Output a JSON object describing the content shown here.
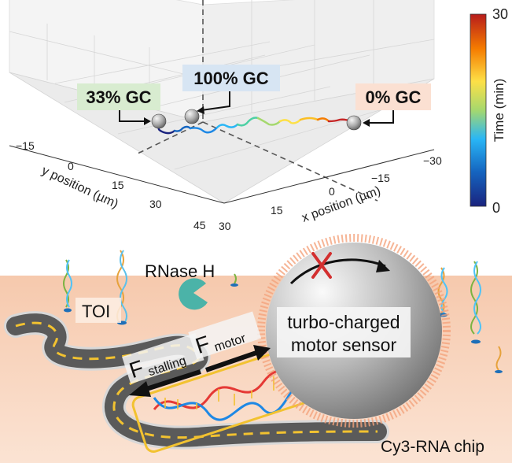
{
  "plot": {
    "labels": {
      "gc33": "33% GC",
      "gc100": "100% GC",
      "gc0": "0% GC"
    },
    "y_axis": {
      "title": "y position (µm)",
      "ticks": [
        "−15",
        "0",
        "15",
        "30",
        "45"
      ]
    },
    "x_axis": {
      "title": "x position (µm)",
      "ticks": [
        "30",
        "15",
        "0",
        "−15",
        "−30"
      ]
    },
    "colorbar": {
      "title": "Time (min)",
      "max": "30",
      "min": "0"
    },
    "colors": {
      "gc33_bg": "#d8ecd0",
      "gc100_bg": "#d7e5f3",
      "gc0_bg": "#fbe0d2"
    }
  },
  "scene": {
    "rnase_label": "RNase H",
    "toi_label": "TOI",
    "sensor_label_line1": "turbo-charged",
    "sensor_label_line2": "motor sensor",
    "f_stalling": "F",
    "f_stalling_sub": "stalling",
    "f_motor": "F",
    "f_motor_sub": "motor",
    "chip_label": "Cy3-RNA chip",
    "colors": {
      "surface": "#f8cdb3",
      "road": "#5a5a5a",
      "lane": "#f2c230",
      "pacman": "#4bb3a8"
    }
  }
}
